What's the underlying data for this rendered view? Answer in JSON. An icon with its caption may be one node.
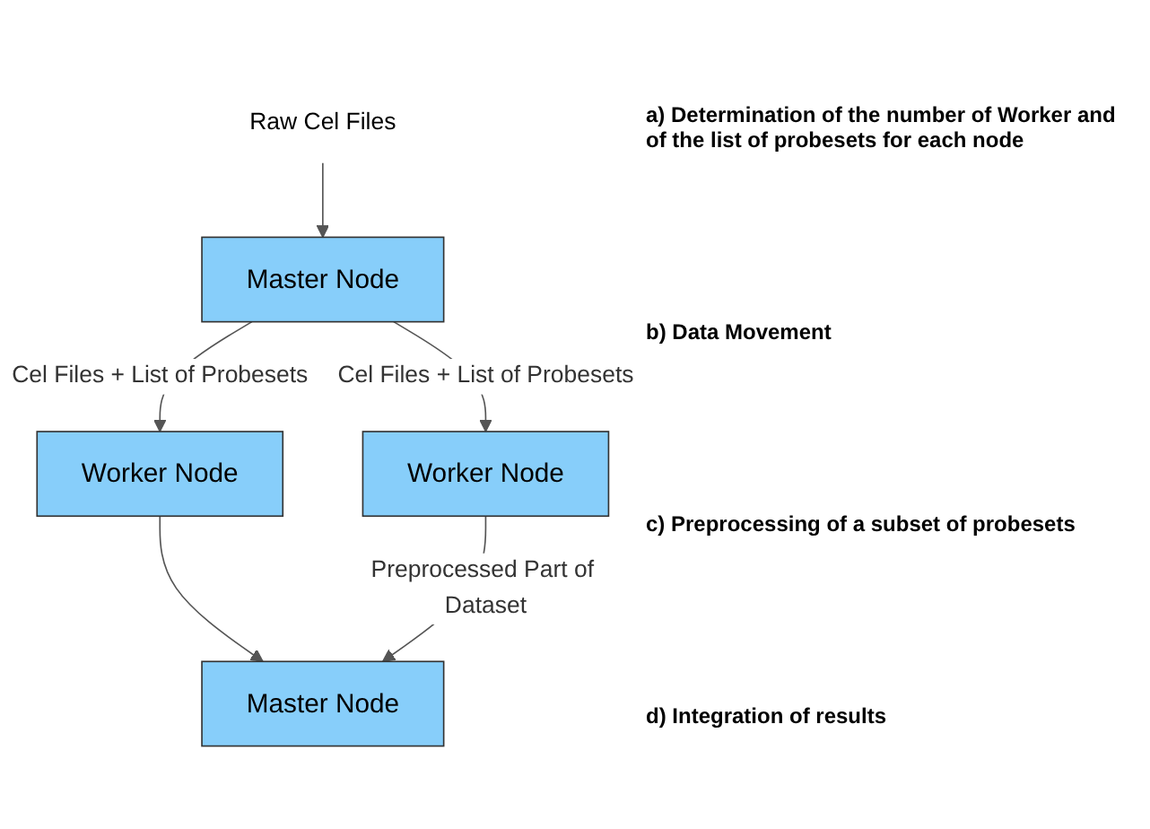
{
  "diagram": {
    "nodes": [
      {
        "text": [
          "Raw Cel Files"
        ]
      },
      {
        "text": [
          "Master Node"
        ]
      },
      {
        "text": [
          "Worker Node"
        ]
      },
      {
        "text": [
          "Worker Node"
        ]
      },
      {
        "text": [
          "Master Node"
        ]
      }
    ],
    "edges": [
      {
        "from": 0,
        "to": 1,
        "arrow": "to"
      },
      {
        "from": 1,
        "to": 2,
        "arrow": "to",
        "label": "Cel Files + List of Probesets"
      },
      {
        "from": 1,
        "to": 3,
        "arrow": "to",
        "label": "Cel Files + List of Probesets"
      },
      {
        "from": 2,
        "to": 4,
        "arrow": "to"
      },
      {
        "from": 3,
        "to": 4,
        "arrow": "to",
        "label": "Preprocessed Part of Dataset"
      }
    ],
    "labels": [
      "a) Determination of the number of Worker and of the list of probesets for each node",
      "b) Data Movement",
      "c) Preprocessing of a subset of probesets",
      "d) Integration of results"
    ]
  }
}
